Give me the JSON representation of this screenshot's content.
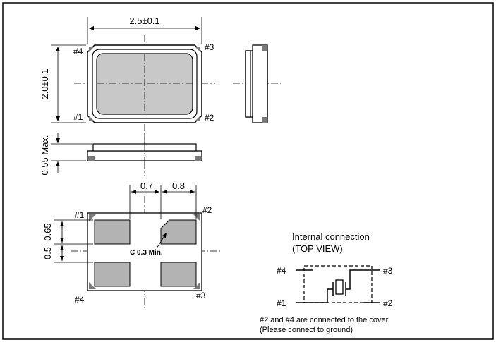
{
  "top_view": {
    "width_dim": "2.5±0.1",
    "height_dim": "2.0±0.1",
    "pin_labels": {
      "p1": "#1",
      "p2": "#2",
      "p3": "#3",
      "p4": "#4"
    }
  },
  "side_view": {
    "height_dim": "0.55 Max."
  },
  "land_pattern": {
    "dim_a": "0.7",
    "dim_b": "0.8",
    "dim_c": "0.65",
    "dim_d": "0.5",
    "chamfer_note": "C 0.3 Min.",
    "pin_labels": {
      "p1": "#1",
      "p2": "#2",
      "p3": "#3",
      "p4": "#4"
    }
  },
  "internal_connection": {
    "title_line1": "Internal connection",
    "title_line2": "(TOP VIEW)",
    "pin_labels": {
      "p1": "#1",
      "p2": "#2",
      "p3": "#3",
      "p4": "#4"
    },
    "note_line1": "#2 and #4 are connected to the cover.",
    "note_line2": "(Please connect to ground)"
  },
  "colors": {
    "stroke": "#000000",
    "pad_fill": "#b3b3b3",
    "lid_fill": "#c8c8c8",
    "pad_dark": "#7a7a7a"
  }
}
